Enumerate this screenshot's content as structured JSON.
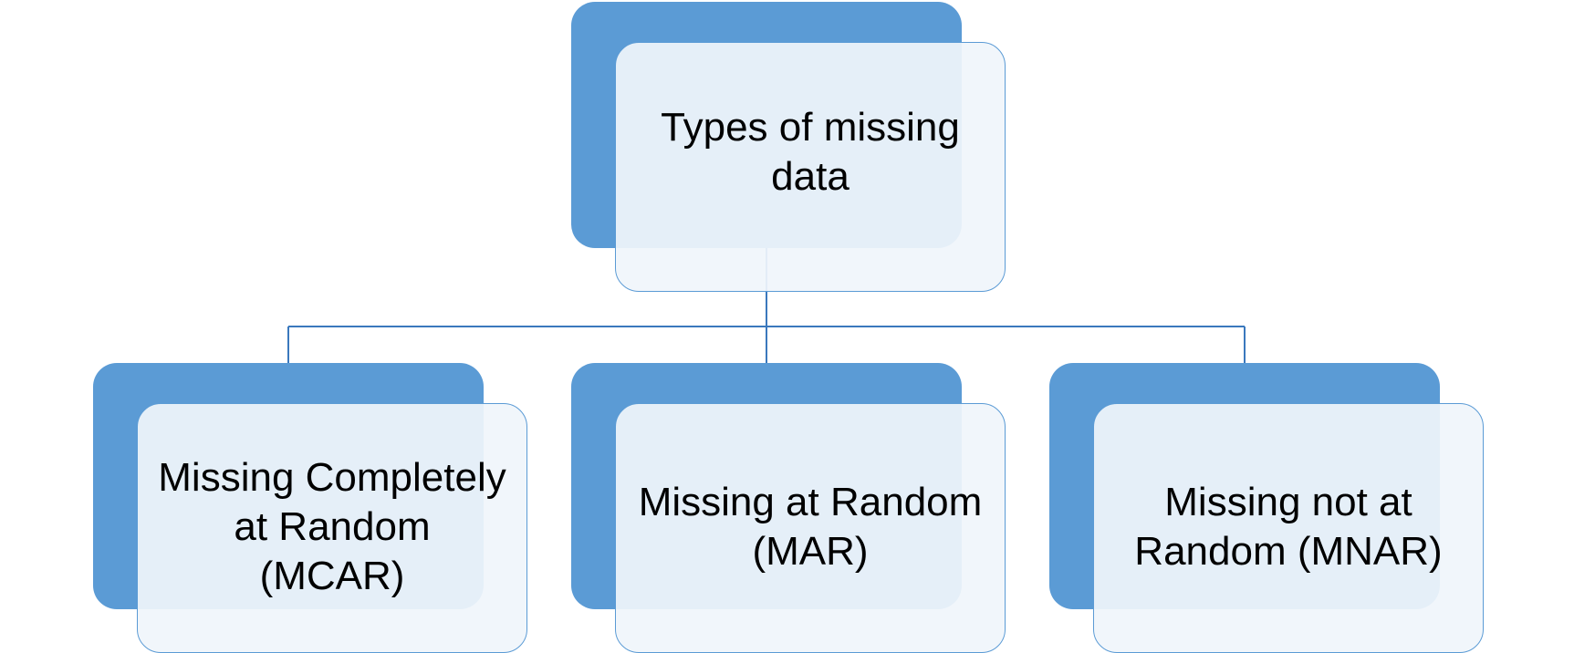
{
  "diagram": {
    "root": {
      "label": "Types of missing data"
    },
    "children": [
      {
        "label": "Missing Completely at Random (MCAR)"
      },
      {
        "label": "Missing at Random (MAR)"
      },
      {
        "label": "Missing not at Random (MNAR)"
      }
    ],
    "colors": {
      "back_fill": "#5b9bd5",
      "front_fill": "#eef4fb",
      "connector": "#3a78bd",
      "text": "#000000"
    }
  }
}
